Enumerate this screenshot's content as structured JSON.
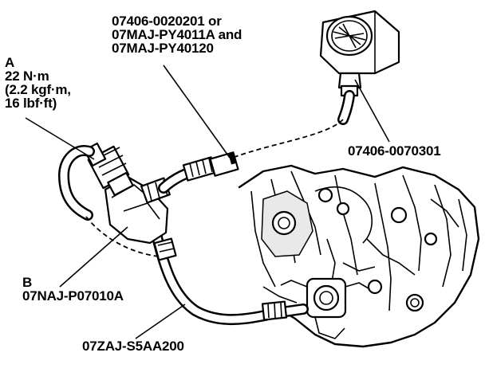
{
  "callouts": {
    "a_letter": "A",
    "a_torque_nm": "22 N·m",
    "a_torque_kgf": "(2.2 kgf·m,",
    "a_torque_lbf": "16 lbf·ft)",
    "tool_top_line1": "07406-0020201 or",
    "tool_top_line2": "07MAJ-PY4011A and",
    "tool_top_line3": "07MAJ-PY40120",
    "gauge_part": "07406-0070301",
    "b_letter": "B",
    "b_part": "07NAJ-P07010A",
    "hose_part": "07ZAJ-S5AA200"
  }
}
